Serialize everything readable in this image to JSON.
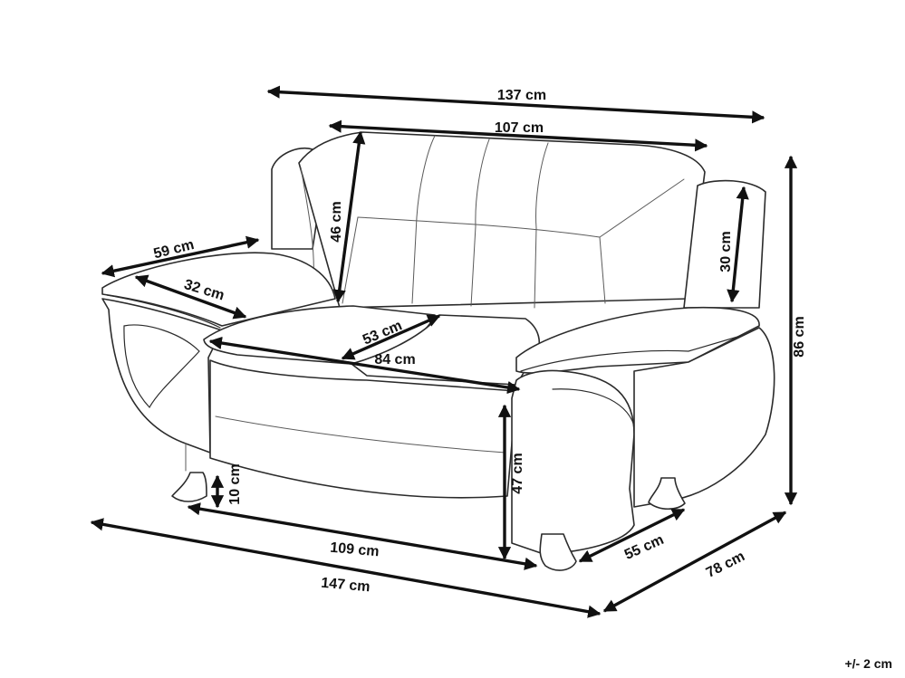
{
  "dimensions": [
    {
      "key": "total_width_top",
      "label": "137 cm"
    },
    {
      "key": "backrest_width",
      "label": "107 cm"
    },
    {
      "key": "backrest_height",
      "label": "46 cm"
    },
    {
      "key": "armrest_height_back",
      "label": "30 cm"
    },
    {
      "key": "total_height",
      "label": "86 cm"
    },
    {
      "key": "armrest_depth",
      "label": "59 cm"
    },
    {
      "key": "armrest_width",
      "label": "32 cm"
    },
    {
      "key": "seat_depth",
      "label": "53 cm"
    },
    {
      "key": "seat_width",
      "label": "84 cm"
    },
    {
      "key": "seat_height",
      "label": "47 cm"
    },
    {
      "key": "leg_height",
      "label": "10 cm"
    },
    {
      "key": "base_width",
      "label": "109 cm"
    },
    {
      "key": "base_depth",
      "label": "55 cm"
    },
    {
      "key": "total_width_bottom",
      "label": "147 cm"
    },
    {
      "key": "total_depth",
      "label": "78 cm"
    }
  ],
  "tolerance": "+/- 2 cm"
}
